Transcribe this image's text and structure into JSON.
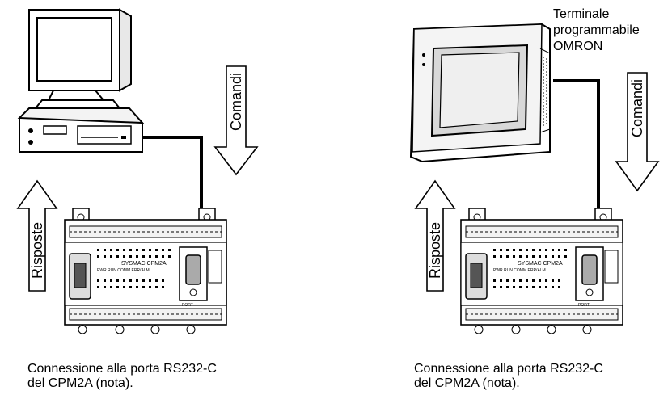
{
  "left_panel": {
    "commands_label": "Comandi",
    "responses_label": "Risposte",
    "caption_line1": "Connessione alla porta RS232-C",
    "caption_line2": "del CPM2A (nota)."
  },
  "right_panel": {
    "terminal_label_line1": "Terminale",
    "terminal_label_line2": "programmabile",
    "terminal_label_line3": "OMRON",
    "commands_label": "Comandi",
    "responses_label": "Risposte",
    "caption_line1": "Connessione alla porta RS232-C",
    "caption_line2": "del CPM2A (nota)."
  },
  "plc": {
    "brand_text": "SYSMAC CPM2A",
    "port_text": "PORT",
    "status_text": "PWR  RUN  COMM  ERR/ALM"
  }
}
